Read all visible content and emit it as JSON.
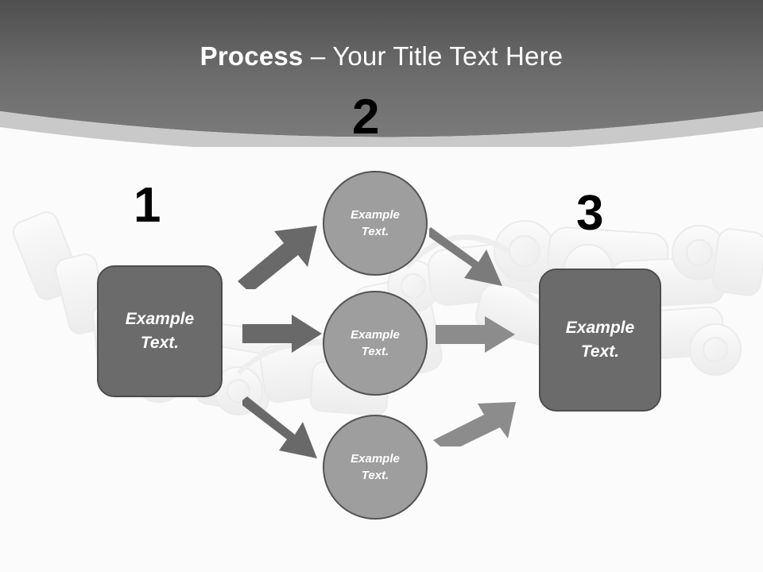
{
  "slide": {
    "title": {
      "strong": "Process",
      "separator": " – ",
      "light": "Your Title Text Here",
      "full": "Process – Your Title Text Here"
    },
    "background_art": "robotic-arm-watermark",
    "colors": {
      "header_top": "#565656",
      "header_bottom": "#767676",
      "header_arc": "#c9c9c9",
      "body": "#fbfbfb",
      "box_fill": "#6b6b6b",
      "box_border": "#4d4d4d",
      "circle_fill": "#9e9e9e",
      "circle_border": "#535353",
      "arrow_dark": "#666666",
      "arrow_light": "#8c8c8c",
      "number": "#000000",
      "shape_text": "#ffffff"
    }
  },
  "steps": [
    {
      "number": "1",
      "label": "Example\nText."
    },
    {
      "number": "2",
      "label": "Example\nText."
    },
    {
      "number": "3",
      "label": "Example\nText."
    }
  ],
  "nodes": {
    "left_box": {
      "label": "Example\nText."
    },
    "circle_top": {
      "label": "Example\nText."
    },
    "circle_mid": {
      "label": "Example\nText."
    },
    "circle_bot": {
      "label": "Example\nText."
    },
    "right_box": {
      "label": "Example\nText."
    }
  },
  "arrows": [
    {
      "name": "arrow-left-to-top",
      "direction": "up-right"
    },
    {
      "name": "arrow-left-to-mid",
      "direction": "right"
    },
    {
      "name": "arrow-left-to-bottom",
      "direction": "down-right"
    },
    {
      "name": "arrow-top-to-right",
      "direction": "down-right"
    },
    {
      "name": "arrow-mid-to-right",
      "direction": "right"
    },
    {
      "name": "arrow-bottom-to-right",
      "direction": "up-right"
    }
  ]
}
